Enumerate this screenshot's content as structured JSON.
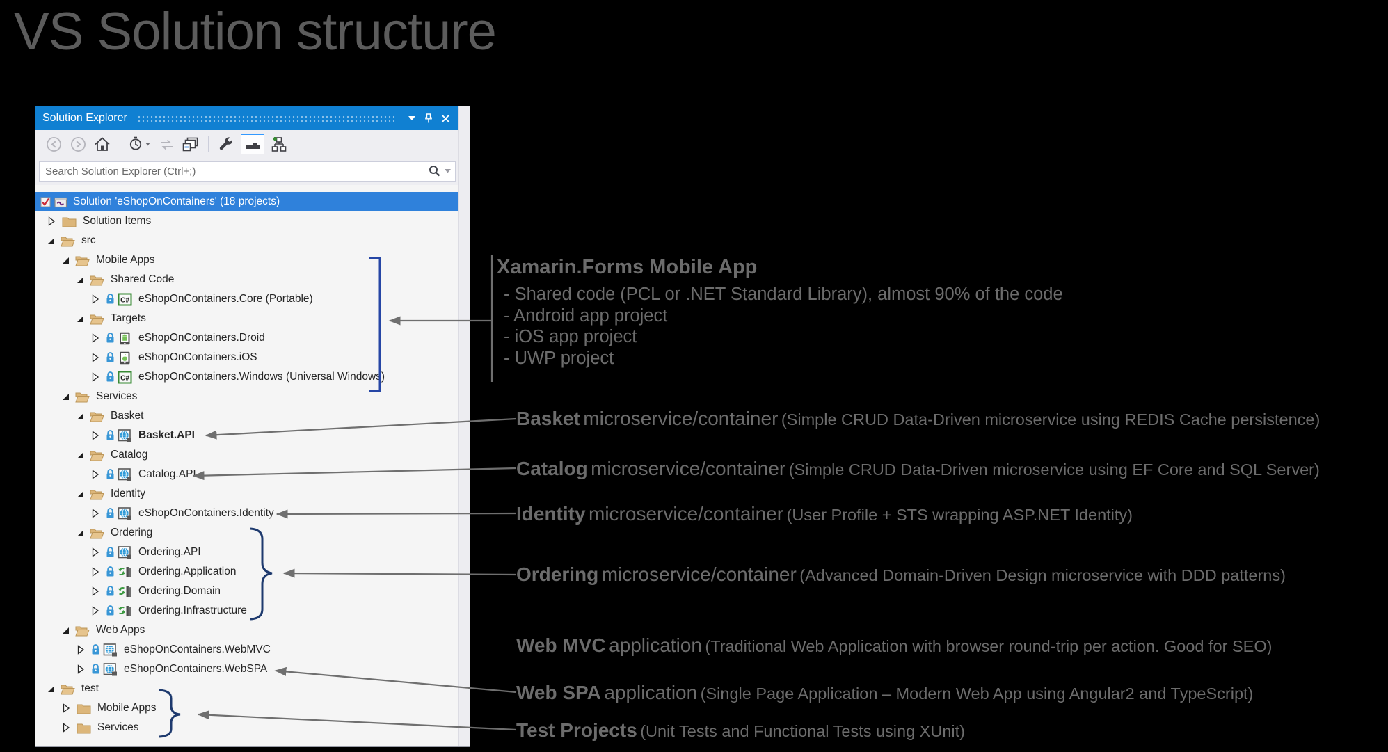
{
  "page": {
    "title": "VS Solution structure"
  },
  "panel": {
    "title": "Solution Explorer",
    "titlebar_buttons": [
      "window-position-dropdown",
      "pin",
      "close"
    ],
    "toolbar_icons": [
      "back",
      "forward",
      "home",
      "switch-views",
      "pending-changes-filter",
      "sync-with-active-document",
      "collapse-all",
      "properties",
      "preview-selected-items",
      "show-all-files"
    ],
    "search": {
      "placeholder": "Search Solution Explorer (Ctrl+;)"
    },
    "tree": [
      {
        "label": "Solution 'eShopOnContainers' (18 projects)",
        "level": 0,
        "icon": "solution",
        "state": "none",
        "selected": true,
        "checkbox": true
      },
      {
        "label": "Solution Items",
        "level": 1,
        "icon": "folder-closed",
        "state": "collapsed"
      },
      {
        "label": "src",
        "level": 1,
        "icon": "folder-open",
        "state": "expanded"
      },
      {
        "label": "Mobile Apps",
        "level": 2,
        "icon": "folder-open",
        "state": "expanded"
      },
      {
        "label": "Shared Code",
        "level": 3,
        "icon": "folder-open",
        "state": "expanded"
      },
      {
        "label": "eShopOnContainers.Core (Portable)",
        "level": 4,
        "icon": "csharp",
        "state": "collapsed",
        "lock": true
      },
      {
        "label": "Targets",
        "level": 3,
        "icon": "folder-open",
        "state": "expanded"
      },
      {
        "label": "eShopOnContainers.Droid",
        "level": 4,
        "icon": "android",
        "state": "collapsed",
        "lock": true
      },
      {
        "label": "eShopOnContainers.iOS",
        "level": 4,
        "icon": "apple",
        "state": "collapsed",
        "lock": true
      },
      {
        "label": "eShopOnContainers.Windows (Universal Windows)",
        "level": 4,
        "icon": "csharp",
        "state": "collapsed",
        "lock": true
      },
      {
        "label": "Services",
        "level": 2,
        "icon": "folder-open",
        "state": "expanded"
      },
      {
        "label": "Basket",
        "level": 3,
        "icon": "folder-open",
        "state": "expanded"
      },
      {
        "label": "Basket.API",
        "level": 4,
        "icon": "globe",
        "state": "collapsed",
        "lock": true,
        "bold": true
      },
      {
        "label": "Catalog",
        "level": 3,
        "icon": "folder-open",
        "state": "expanded"
      },
      {
        "label": "Catalog.API",
        "level": 4,
        "icon": "globe",
        "state": "collapsed",
        "lock": true
      },
      {
        "label": "Identity",
        "level": 3,
        "icon": "folder-open",
        "state": "expanded"
      },
      {
        "label": "eShopOnContainers.Identity",
        "level": 4,
        "icon": "globe",
        "state": "collapsed",
        "lock": true
      },
      {
        "label": "Ordering",
        "level": 3,
        "icon": "folder-open",
        "state": "expanded"
      },
      {
        "label": "Ordering.API",
        "level": 4,
        "icon": "globe",
        "state": "collapsed",
        "lock": true
      },
      {
        "label": "Ordering.Application",
        "level": 4,
        "icon": "library",
        "state": "collapsed",
        "lock": true
      },
      {
        "label": "Ordering.Domain",
        "level": 4,
        "icon": "library",
        "state": "collapsed",
        "lock": true
      },
      {
        "label": "Ordering.Infrastructure",
        "level": 4,
        "icon": "library",
        "state": "collapsed",
        "lock": true
      },
      {
        "label": "Web Apps",
        "level": 2,
        "icon": "folder-open",
        "state": "expanded"
      },
      {
        "label": "eShopOnContainers.WebMVC",
        "level": 3,
        "icon": "globe",
        "state": "collapsed",
        "lock": true
      },
      {
        "label": "eShopOnContainers.WebSPA",
        "level": 3,
        "icon": "globe",
        "state": "collapsed",
        "lock": true
      },
      {
        "label": "test",
        "level": 1,
        "icon": "folder-open",
        "state": "expanded"
      },
      {
        "label": "Mobile Apps",
        "level": 2,
        "icon": "folder-closed",
        "state": "collapsed"
      },
      {
        "label": "Services",
        "level": 2,
        "icon": "folder-closed",
        "state": "collapsed"
      }
    ]
  },
  "annotation_block": {
    "heading": "Xamarin.Forms Mobile App",
    "bullets": [
      "- Shared code (PCL or .NET Standard Library), almost 90% of the code",
      "- Android app project",
      "- iOS app project",
      "- UWP project"
    ]
  },
  "annotations": [
    {
      "bold": "Basket",
      "mid": "microservice/container",
      "paren": "(Simple CRUD Data-Driven microservice using REDIS Cache persistence)"
    },
    {
      "bold": "Catalog",
      "mid": "microservice/container",
      "paren": "(Simple CRUD Data-Driven microservice using EF Core and SQL Server)"
    },
    {
      "bold": "Identity",
      "mid": "microservice/container",
      "paren": "(User Profile + STS wrapping ASP.NET Identity)"
    },
    {
      "bold": "Ordering",
      "mid": "microservice/container",
      "paren": "(Advanced Domain-Driven Design microservice with DDD patterns)"
    },
    {
      "bold": "Web MVC",
      "mid": "application",
      "paren": "(Traditional Web Application with browser round-trip per action. Good for SEO)"
    },
    {
      "bold": "Web SPA",
      "mid": "application",
      "paren": "(Single Page Application – Modern Web App using Angular2 and TypeScript)"
    },
    {
      "bold": "Test Projects",
      "mid": "",
      "paren": "(Unit Tests and Functional Tests using XUnit)"
    }
  ],
  "colors": {
    "titlebar_blue": "#1080d2",
    "selection_blue": "#2f81db",
    "folder_tan": "#dcb67a",
    "annotation_gray": "#6c6c6c",
    "connector_gray": "#6f6f6f",
    "brace_navy": "#1e3a6e",
    "bracket_blue": "#2646a5",
    "lock_blue": "#3896d6",
    "csharp_green": "#388a34"
  }
}
